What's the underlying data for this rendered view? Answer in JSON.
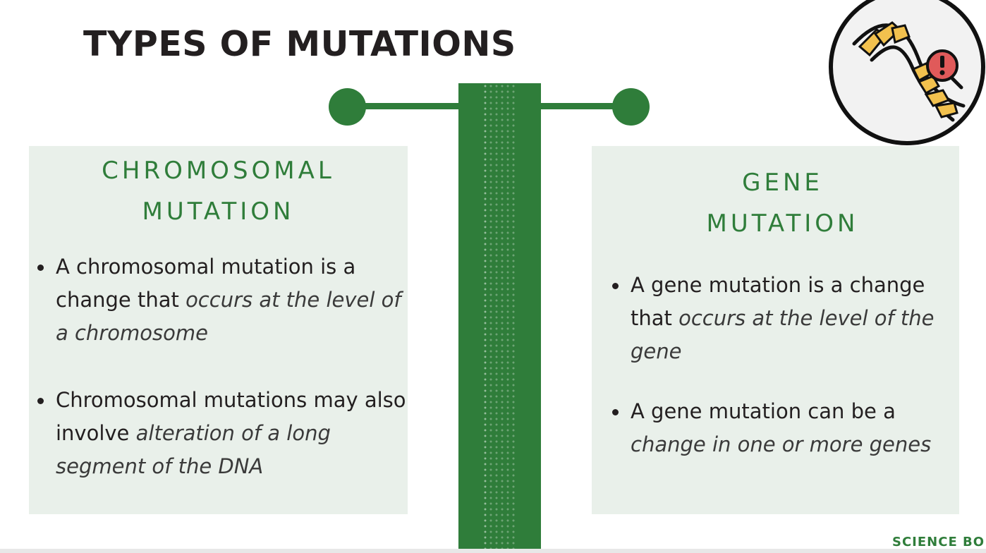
{
  "title": "TYPES OF MUTATIONS",
  "left_card": {
    "heading_line1": "CHROMOSOMAL",
    "heading_line2": "MUTATION",
    "bullets": [
      {
        "plain": "A chromosomal mutation is a change that ",
        "italic": "occurs at the level of a chromosome"
      },
      {
        "plain": "Chromosomal mutations may also involve ",
        "italic": "alteration of a long segment of the DNA"
      }
    ]
  },
  "right_card": {
    "heading_line1": "GENE",
    "heading_line2": "MUTATION",
    "bullets": [
      {
        "plain": "A gene mutation is a change that ",
        "italic": "occurs at the level of the gene"
      },
      {
        "plain": "A gene mutation can be a ",
        "italic": "change in one or more genes"
      }
    ]
  },
  "icon": "dna-mutation-icon",
  "brand": "SCIENCE BO",
  "colors": {
    "accent": "#2f7d3a",
    "card": "#e9f0ea",
    "text": "#231f20"
  }
}
